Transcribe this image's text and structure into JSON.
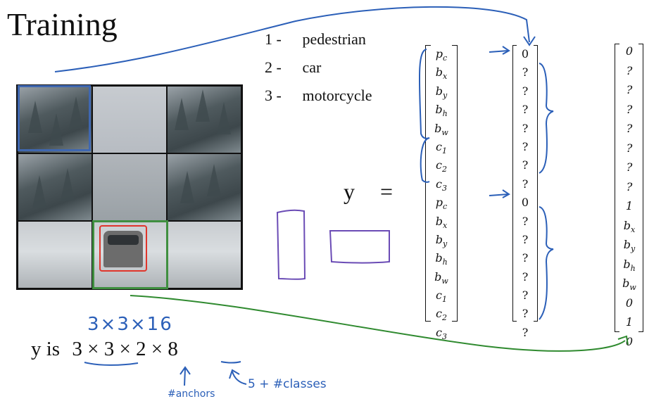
{
  "title": "Training",
  "classes": [
    {
      "num": "1 -",
      "label": "pedestrian"
    },
    {
      "num": "2 -",
      "label": "car"
    },
    {
      "num": "3 -",
      "label": "motorcycle"
    }
  ],
  "equation": {
    "lhs": "y",
    "eq": "="
  },
  "vector_labels": [
    "p_c",
    "b_x",
    "b_y",
    "b_h",
    "b_w",
    "c_1",
    "c_2",
    "c_3",
    "p_c",
    "b_x",
    "b_y",
    "b_h",
    "b_w",
    "c_1",
    "c_2",
    "c_3"
  ],
  "vector_example_1": [
    "0",
    "?",
    "?",
    "?",
    "?",
    "?",
    "?",
    "?",
    "0",
    "?",
    "?",
    "?",
    "?",
    "?",
    "?",
    "?"
  ],
  "vector_example_2": [
    "0",
    "?",
    "?",
    "?",
    "?",
    "?",
    "?",
    "?",
    "1",
    "b_x",
    "b_y",
    "b_h",
    "b_w",
    "0",
    "1",
    "0"
  ],
  "expression": {
    "prefix": "y  is",
    "dims": "3 × 3 × 2 × 8"
  },
  "handwritten": {
    "grid_size": "3×3×16",
    "anchors_note": "#anchors",
    "classes_note": "5 + #classes"
  },
  "colors": {
    "grid_highlight": "#3f67b0",
    "object_cell": "#3f8f3f",
    "bounding_box": "#e0352b",
    "ink_blue": "#2b5fb8",
    "ink_green": "#2f8a2f",
    "ink_purple": "#6a4bb5"
  }
}
